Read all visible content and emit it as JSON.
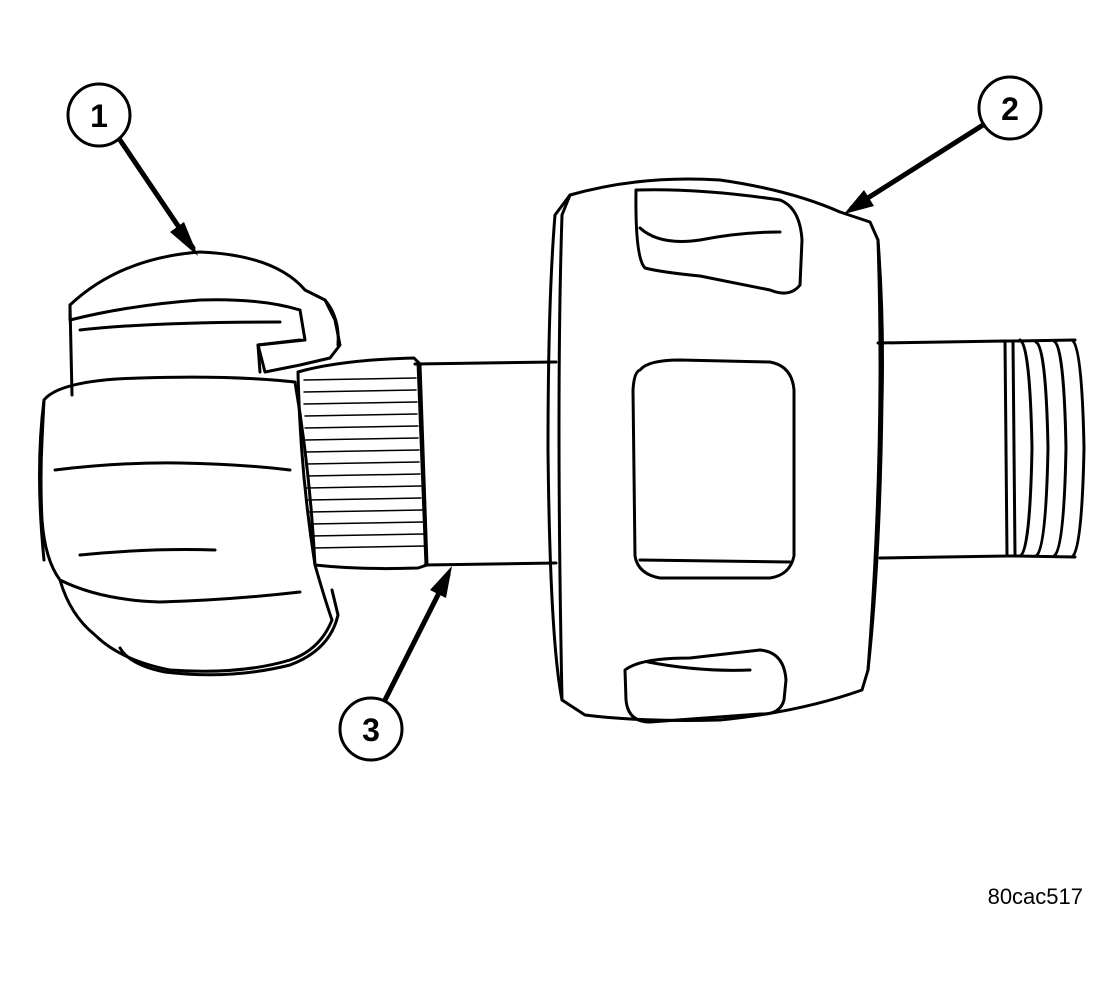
{
  "figure": {
    "figure_id": "80cac517",
    "callouts": [
      {
        "number": "1"
      },
      {
        "number": "2"
      },
      {
        "number": "3"
      }
    ],
    "colors": {
      "line": "#000000",
      "background": "#ffffff"
    }
  }
}
